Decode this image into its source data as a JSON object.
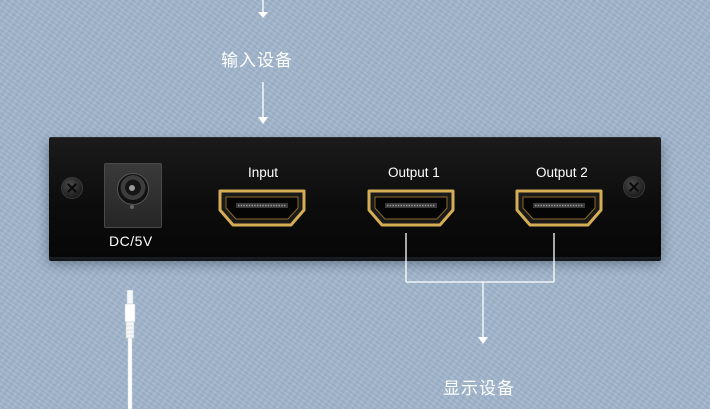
{
  "labels": {
    "input_device": "输入设备",
    "display_device": "显示设备"
  },
  "device": {
    "power_port_label": "DC/5V",
    "ports": [
      {
        "id": "input",
        "label": "Input"
      },
      {
        "id": "output1",
        "label": "Output 1"
      },
      {
        "id": "output2",
        "label": "Output 2"
      }
    ]
  },
  "colors": {
    "background": "#9fb4cb",
    "device_body": "#0d0d0d",
    "port_gold": "#c9a24a",
    "arrow_white": "#ffffff"
  },
  "icons": {
    "screw": "screw-icon",
    "power_jack": "dc-jack-icon",
    "hdmi_port": "hdmi-port-icon",
    "cable": "dc-cable-icon"
  }
}
